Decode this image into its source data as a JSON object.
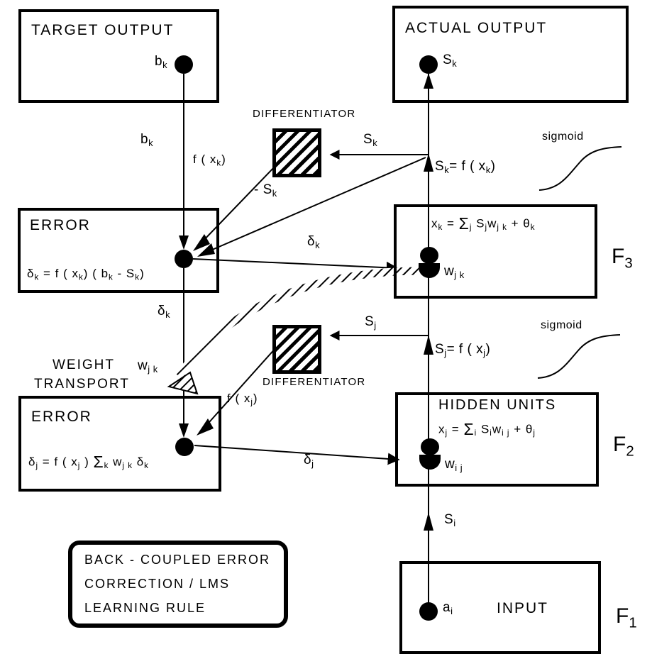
{
  "diagram": {
    "title": "Back-coupled error correction / LMS learning rule network diagram",
    "boxes": {
      "target_output": "TARGET OUTPUT",
      "actual_output": "ACTUAL OUTPUT",
      "error_k": "ERROR",
      "error_j": "ERROR",
      "hidden_units": "HIDDEN UNITS",
      "input": "INPUT"
    },
    "layer_labels": {
      "f3": "F",
      "f3_sub": "3",
      "f2": "F",
      "f2_sub": "2",
      "f1": "F",
      "f1_sub": "1"
    },
    "nodes": {
      "b_k": "b",
      "b_k_sub": "k",
      "s_k": "S",
      "s_k_sub": "k",
      "w_jk": "w",
      "w_jk_sub": "j k",
      "w_ij": "w",
      "w_ij_sub": "i j",
      "a_i": "a",
      "a_i_sub": "i"
    },
    "formulas": {
      "error_k": "δ k = f ( x k ) ( b k - S k )",
      "error_k_parts": {
        "delta": "δ",
        "delta_sub": "k",
        "eq": "=",
        "fprime": "f ( x",
        "fprime_sub": "k",
        "fprime_close": ")",
        "paren": "( b",
        "paren_sub1": "k",
        "minus": "- S",
        "paren_sub2": "k",
        "paren_close": ")"
      },
      "error_j": "δ j = f ( x j ) Σ k w jk δ k",
      "x_k": "x k = Σ j S j w j k + θ k",
      "x_j": "x j = Σ i S i w i j + θ j"
    },
    "edge_labels": {
      "b_k_line": "b",
      "b_k_line_sub": "k",
      "f_xk": "f ( x",
      "f_xk_sub": "k",
      "f_xk_close": ")",
      "minus_sk": "- S",
      "minus_sk_sub": "k",
      "s_k_to_diff": "S",
      "s_k_to_diff_sub": "k",
      "s_k_eq": "S",
      "s_k_eq_sub": "k",
      "s_k_eq_rest": "= f ( x",
      "s_k_eq_rest_sub": "k",
      "s_k_eq_rest_close": ")",
      "delta_k_vert": "δ",
      "delta_k_vert_sub": "k",
      "delta_k_horiz": "δ",
      "delta_k_horiz_sub": "k",
      "s_j_to_diff": "S",
      "s_j_to_diff_sub": "j",
      "s_j_eq": "S",
      "s_j_eq_sub": "j",
      "s_j_eq_rest": "= f ( x",
      "s_j_eq_rest_sub": "j",
      "s_j_eq_rest_close": ")",
      "f_xj": "f ( x",
      "f_xj_sub": "j",
      "f_xj_close": ")",
      "delta_j_horiz": "δ",
      "delta_j_horiz_sub": "j",
      "s_i": "S",
      "s_i_sub": "i",
      "w_jk_transport": "w",
      "w_jk_transport_sub": "j k"
    },
    "annotations": {
      "differentiator_top": "DIFFERENTIATOR",
      "differentiator_bottom": "DIFFERENTIATOR",
      "sigmoid_top": "sigmoid",
      "sigmoid_bottom": "sigmoid",
      "weight_transport_line1": "WEIGHT",
      "weight_transport_line2": "TRANSPORT"
    },
    "legend": {
      "line1": "BACK - COUPLED ERROR",
      "line2": "CORRECTION / LMS",
      "line3": "LEARNING RULE"
    },
    "colors": {
      "ink": "#000000",
      "paper": "#ffffff"
    }
  }
}
